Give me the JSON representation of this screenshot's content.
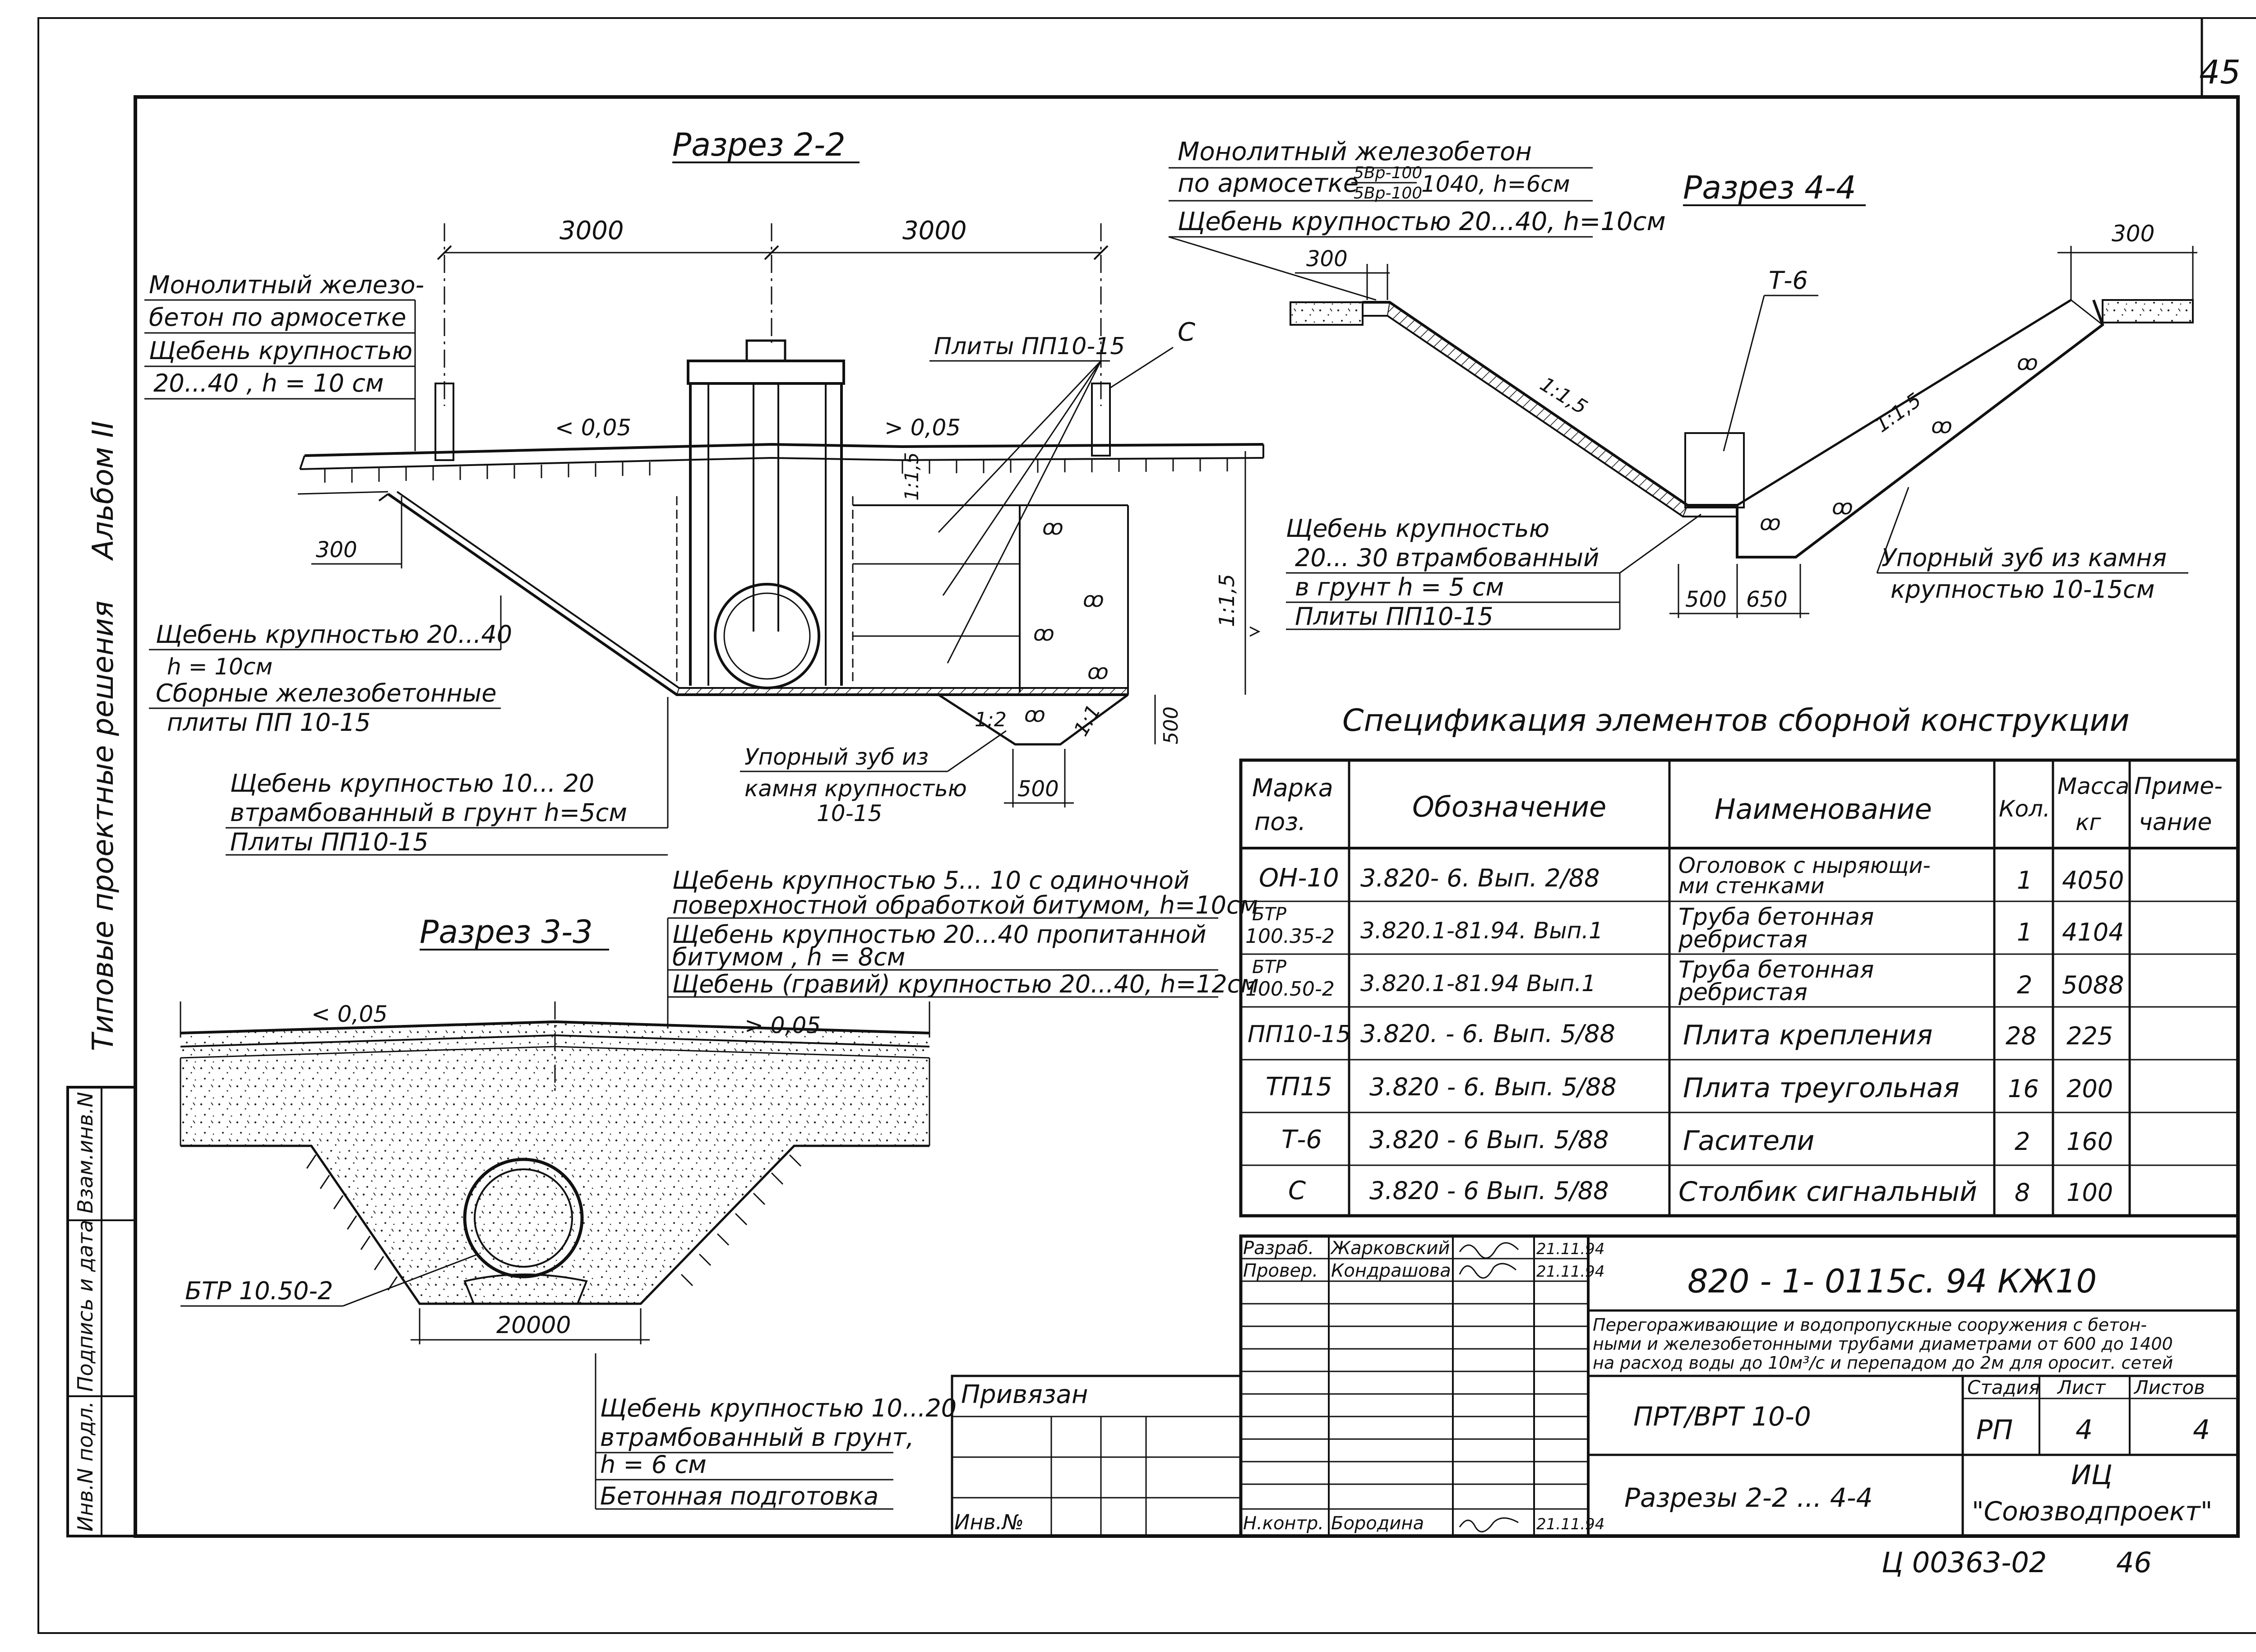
{
  "sheet": {
    "page_number": "45",
    "bottom_stamp": "Ц 00363-02",
    "bottom_page": "46",
    "album_side": "Альбом II",
    "series_side": "Типовые проектные решения"
  },
  "side_stamp": {
    "inv_vzam": "Взам.инв.N",
    "sign_date": "Подпись и дата",
    "inv_podl": "Инв.N подл."
  },
  "section_22": {
    "title": "Разрез 2-2",
    "dim_left": "3000",
    "dim_right": "3000",
    "dim_300": "300",
    "dim_500_h": "500",
    "dim_500_v": "500",
    "slope_left": "< 0,05",
    "slope_right": "> 0,05",
    "slope_15a": "1:1,5",
    "slope_15b": "1:1,5",
    "slope_12": "1:2",
    "slope_11": "1:1",
    "note_top_1": "Монолитный железо-",
    "note_top_2": "бетон по армосетке",
    "note_top_3": "Щебень крупностью",
    "note_top_4": "20...40 , h = 10 см",
    "note_plates": "Плиты ПП10-15",
    "note_c": "С",
    "note_mid_1": "Щебень крупностью 20...40",
    "note_mid_2": "h = 10см",
    "note_mid_3": "Сборные железобетонные",
    "note_mid_4": "плиты ПП 10-15",
    "note_bot_1": "Щебень крупностью 10... 20",
    "note_bot_2": "втрамбованный в грунт h=5см",
    "note_bot_3": "Плиты ПП10-15",
    "tooth_1": "Упорный зуб из",
    "tooth_2": "камня крупностью",
    "tooth_3": "10-15"
  },
  "section_44": {
    "title": "Разрез 4-4",
    "note_1": "Монолитный железобетон",
    "note_2a": "по армосетке",
    "note_2b": "5Вр-100",
    "note_2c": "5Вр-100",
    "note_2d": "1040, h=6см",
    "note_3": "Щебень крупностью 20...40, h=10см",
    "dim_300_left": "300",
    "dim_300_right": "300",
    "label_t6": "Т-6",
    "slope_a": "1:1,5",
    "slope_b": "1:1,5",
    "dim_500": "500",
    "dim_650": "650",
    "note_left_1": "Щебень крупностью",
    "note_left_2": "20... 30 втрамбованный",
    "note_left_3": "в грунт h = 5 см",
    "note_left_4": "Плиты ПП10-15",
    "note_right_1": "Упорный зуб из камня",
    "note_right_2": "крупностью 10-15см"
  },
  "section_33": {
    "title": "Разрез 3-3",
    "note_1": "Щебень крупностью 5... 10 с одиночной",
    "note_2": "поверхностной обработкой битумом, h=10см",
    "note_3": "Щебень крупностью 20...40 пропитанной",
    "note_4": "битумом , h = 8см",
    "note_5": "Щебень (гравий) крупностью 20...40, h=12см",
    "slope_left": "< 0,05",
    "slope_right": "> 0,05",
    "pipe_label": "БТР 10.50-2",
    "dim_width": "20000",
    "note_b1": "Щебень крупностью 10...20",
    "note_b2": "втрамбованный в грунт,",
    "note_b3": "h = 6 см",
    "note_b4": "Бетонная подготовка"
  },
  "spec": {
    "title": "Спецификация элементов сборной конструкции",
    "headers": {
      "mark_1": "Марка",
      "mark_2": "поз.",
      "designation": "Обозначение",
      "name": "Наименование",
      "qty": "Кол.",
      "mass_1": "Масса",
      "mass_2": "кг",
      "note_1": "Приме-",
      "note_2": "чание"
    },
    "rows": [
      {
        "mark": "ОН-10",
        "mark2": "",
        "des": "3.820- 6. Вып. 2/88",
        "name": "Оголовок с ныряющи-",
        "name2": "ми стенками",
        "qty": "1",
        "mass": "4050"
      },
      {
        "mark": "БТР",
        "mark2": "100.35-2",
        "des": "3.820.1-81.94. Вып.1",
        "name": "Труба бетонная",
        "name2": "ребристая",
        "qty": "1",
        "mass": "4104"
      },
      {
        "mark": "БТР",
        "mark2": "100.50-2",
        "des": "3.820.1-81.94 Вып.1",
        "name": "Труба бетонная",
        "name2": "ребристая",
        "qty": "2",
        "mass": "5088"
      },
      {
        "mark": "ПП10-15",
        "mark2": "",
        "des": "3.820. - 6. Вып. 5/88",
        "name": "Плита крепления",
        "name2": "",
        "qty": "28",
        "mass": "225"
      },
      {
        "mark": "ТП15",
        "mark2": "",
        "des": "3.820 - 6. Вып. 5/88",
        "name": "Плита треугольная",
        "name2": "",
        "qty": "16",
        "mass": "200"
      },
      {
        "mark": "Т-6",
        "mark2": "",
        "des": "3.820 - 6 Вып. 5/88",
        "name": "Гасители",
        "name2": "",
        "qty": "2",
        "mass": "160"
      },
      {
        "mark": "С",
        "mark2": "",
        "des": "3.820 - 6 Вып. 5/88",
        "name": "Столбик сигнальный",
        "name2": "",
        "qty": "8",
        "mass": "100"
      }
    ]
  },
  "title_block": {
    "code": "820 - 1- 0115с. 94 КЖ10",
    "desc_1": "Перегораживающие и водопропускные сооружения с бетон-",
    "desc_2": "ными и железобетонными трубами диаметрами от 600 до 1400",
    "desc_3": "на расход воды до 10м³/с и перепадом до 2м для оросит. сетей",
    "razrab_label": "Разраб.",
    "razrab_name": "Жарковский",
    "razrab_date": "21.11.94",
    "prover_label": "Провер.",
    "prover_name": "Кондрашова",
    "prover_date": "21.11.94",
    "nkontr_label": "Н.контр.",
    "nkontr_name": "Бородина",
    "nkontr_date": "21.11.94",
    "privyazan": "Привязан",
    "inv_no": "Инв.№",
    "object": "ПРТ/ВРТ 10-0",
    "sheet_name": "Разрезы 2-2 ... 4-4",
    "stage_label": "Стадия",
    "list_label": "Лист",
    "lists_label": "Листов",
    "stage": "РП",
    "list": "4",
    "lists": "4",
    "org_1": "ИЦ",
    "org_2": "\"Союзводпроект\""
  }
}
